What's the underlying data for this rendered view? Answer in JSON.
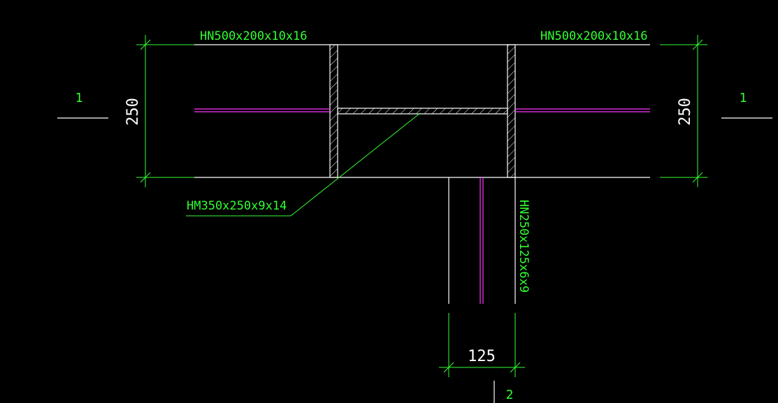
{
  "labels": {
    "beam_left": "HN500x200x10x16",
    "beam_right": "HN500x200x10x16",
    "column": "HM350x250x9x14",
    "secondary_beam": "HN250x125x6x9"
  },
  "dimensions": {
    "left_height": "250",
    "right_height": "250",
    "bottom_width": "125"
  },
  "section_marks": {
    "left": "1",
    "right": "1",
    "bottom": "2"
  },
  "colors": {
    "background": "#000000",
    "line": "#ffffff",
    "dimension": "#33ff33",
    "centerline": "#ff33ff"
  }
}
